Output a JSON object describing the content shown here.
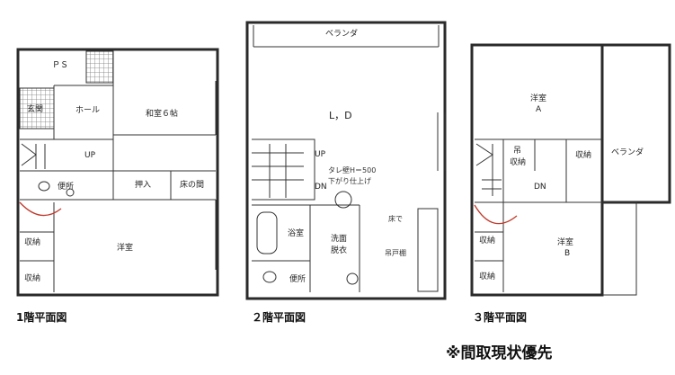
{
  "floor1": {
    "caption": "1階平面図",
    "rooms": {
      "hall": "ホール",
      "washitsu": "和室６帖",
      "toilet": "便所",
      "oshiire": "押入",
      "tokonoma": "床の間",
      "storage_1": "収納",
      "storage_2": "収納",
      "western": "洋室",
      "entrance": "玄関",
      "up": "UP",
      "wall_note": "ＰＳ"
    }
  },
  "floor2": {
    "caption": "２階平面図",
    "rooms": {
      "veranda": "ベランダ",
      "ld": "L，D",
      "up": "UP",
      "dn": "DN",
      "bath": "浴室",
      "washroom_1": "洗面",
      "washroom_2": "脱衣",
      "toilet": "便所",
      "hand_note_1": "タレ壁H＝500",
      "hand_note_2": "下がり仕上げ",
      "hand_note_3": "床で",
      "kitchen_note": "吊戸棚"
    }
  },
  "floor3": {
    "caption": "３階平面図",
    "rooms": {
      "western_a_1": "洋室",
      "western_a_2": "A",
      "veranda": "ベランダ",
      "closet_1": "吊",
      "closet_2": "収納",
      "storage_1": "収納",
      "dn": "DN",
      "storage_2": "収納",
      "western_b_1": "洋室",
      "western_b_2": "B",
      "storage_3": "収納"
    }
  },
  "footer_note": "※間取現状優先"
}
